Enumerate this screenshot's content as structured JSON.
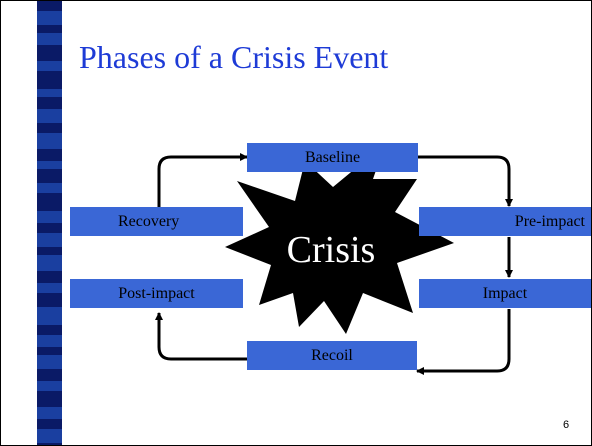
{
  "slide": {
    "title": "Phases of a Crisis Event",
    "center_label": "Crisis",
    "slide_number": "6"
  },
  "phases": {
    "baseline": "Baseline",
    "pre_impact": "Pre-impact",
    "impact": "Impact",
    "recoil": "Recoil",
    "post_impact": "Post-impact",
    "recovery": "Recovery"
  },
  "colors": {
    "box_fill": "#3a67d6",
    "title": "#1e3bd6",
    "star_fill": "#000000",
    "star_text": "#ffffff",
    "stripe": [
      "#0a1a66",
      "#4a86cc",
      "#e8e8b8",
      "#1a3fa0",
      "#000000",
      "#6ad0f0",
      "#1c2e80"
    ]
  }
}
